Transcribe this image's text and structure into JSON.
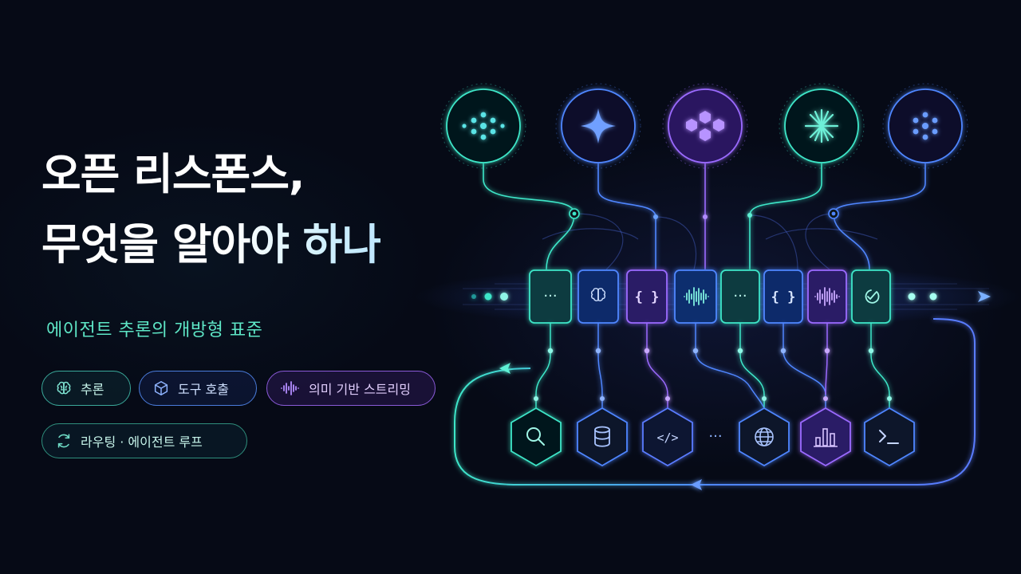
{
  "title": {
    "line1": "오픈 리스폰스,",
    "line2": "무엇을 알아야 하나"
  },
  "subtitle": "에이전트 추론의 개방형 표준",
  "pills": [
    {
      "label": "추론",
      "icon": "brain-icon",
      "color": "#3aa99a"
    },
    {
      "label": "도구 호출",
      "icon": "cube-icon",
      "color": "#4a7cdc"
    },
    {
      "label": "의미 기반 스트리밍",
      "icon": "waveform-icon",
      "color": "#8a5ad8"
    },
    {
      "label": "라우팅 · 에이전트 루프",
      "icon": "refresh-icon",
      "color": "#2f8f7d"
    }
  ],
  "diagram": {
    "providers": [
      "dots-cluster-icon",
      "sparkle-star-icon",
      "hexagon-ring-icon",
      "asterisk-burst-icon",
      "dots-cluster-icon"
    ],
    "pipeline_blocks": [
      "ellipsis-icon",
      "brain-icon",
      "braces-icon",
      "waveform-icon",
      "ellipsis-icon",
      "braces-icon",
      "waveform-icon",
      "check-circle-icon"
    ],
    "tools": [
      "search-icon",
      "database-icon",
      "code-icon",
      "ellipsis",
      "globe-icon",
      "bar-chart-icon",
      "terminal-icon"
    ],
    "colors": {
      "teal": "#3ee6c8",
      "blue": "#4f86ff",
      "purple": "#9b6bff",
      "background": "#060a16"
    }
  }
}
